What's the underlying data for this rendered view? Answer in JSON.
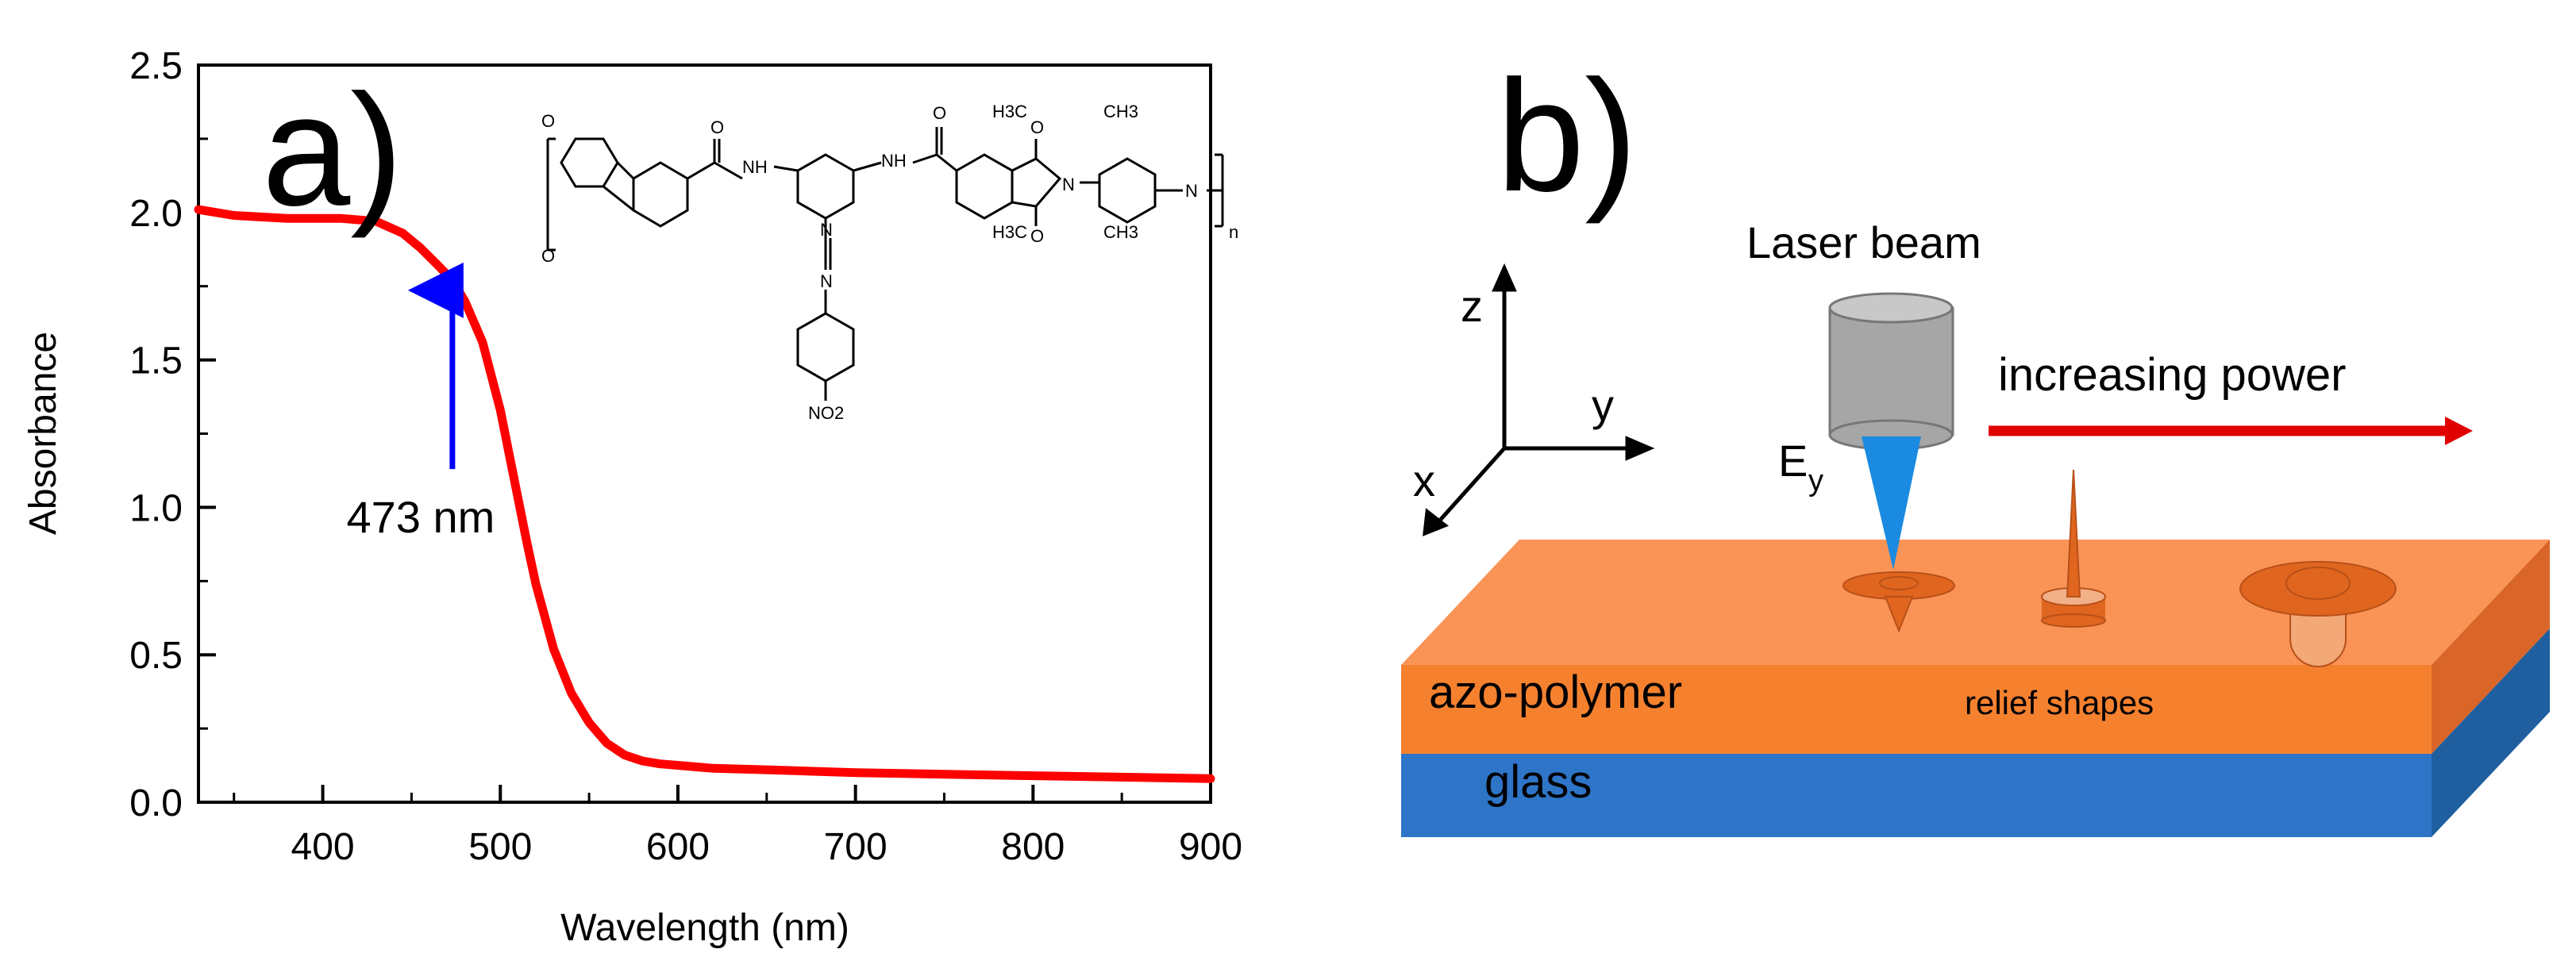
{
  "panel_a": {
    "label": "a)",
    "annotation": "473 nm",
    "chemical_labels": {
      "o1": "O",
      "o2": "O",
      "o3": "O",
      "o4": "O",
      "o5": "O",
      "o6": "O",
      "nh1": "NH",
      "nh2": "NH",
      "n_imide": "N",
      "n_end": "N",
      "n_azo1": "N",
      "n_azo2": "N",
      "no2": "NO2",
      "me1": "H3C",
      "me2": "CH3",
      "me3": "H3C",
      "me4": "CH3",
      "sub_n": "n"
    }
  },
  "panel_b": {
    "label": "b)",
    "laser": "Laser beam",
    "power": "increasing power",
    "axis_x": "x",
    "axis_y": "y",
    "axis_z": "z",
    "field": "E",
    "field_sub": "y",
    "layer_top": "azo-polymer",
    "layer_bottom": "glass",
    "relief": "relief shapes"
  },
  "colors": {
    "curve": "#ff0000",
    "arrow_blue": "#0000ff",
    "power_arrow": "#e00000",
    "polymer_top": "#f99356",
    "polymer_front": "#f5812f",
    "polymer_side": "#d96528",
    "glass_front": "#2e75c8",
    "glass_side": "#1f5fa0",
    "relief": "#e0651e",
    "beam": "#1a8be0",
    "laser_body": "#a6a6a6"
  },
  "chart_data": {
    "type": "line",
    "title": "",
    "xlabel": "Wavelength (nm)",
    "ylabel": "Absorbance",
    "xlim": [
      330,
      900
    ],
    "ylim": [
      0,
      2.5
    ],
    "xticks": [
      400,
      500,
      600,
      700,
      800,
      900
    ],
    "yticks": [
      0.0,
      0.5,
      1.0,
      1.5,
      2.0,
      2.5
    ],
    "ytick_labels": [
      "0.0",
      "0.5",
      "1.0",
      "1.5",
      "2.0",
      "2.5"
    ],
    "annotation": {
      "text": "473 nm",
      "x": 473,
      "arrow_from_y": 1.13,
      "arrow_to_y": 1.79
    },
    "series": [
      {
        "x": [
          330,
          350,
          380,
          410,
          430,
          445,
          455,
          465,
          473,
          480,
          490,
          500,
          505,
          510,
          515,
          520,
          530,
          540,
          550,
          560,
          570,
          580,
          590,
          600,
          620,
          650,
          700,
          750,
          800,
          850,
          900
        ],
        "y": [
          2.01,
          1.99,
          1.98,
          1.98,
          1.97,
          1.93,
          1.88,
          1.82,
          1.77,
          1.7,
          1.56,
          1.33,
          1.18,
          1.03,
          0.88,
          0.74,
          0.52,
          0.37,
          0.27,
          0.2,
          0.16,
          0.14,
          0.13,
          0.125,
          0.115,
          0.11,
          0.1,
          0.095,
          0.09,
          0.085,
          0.08
        ]
      }
    ]
  }
}
